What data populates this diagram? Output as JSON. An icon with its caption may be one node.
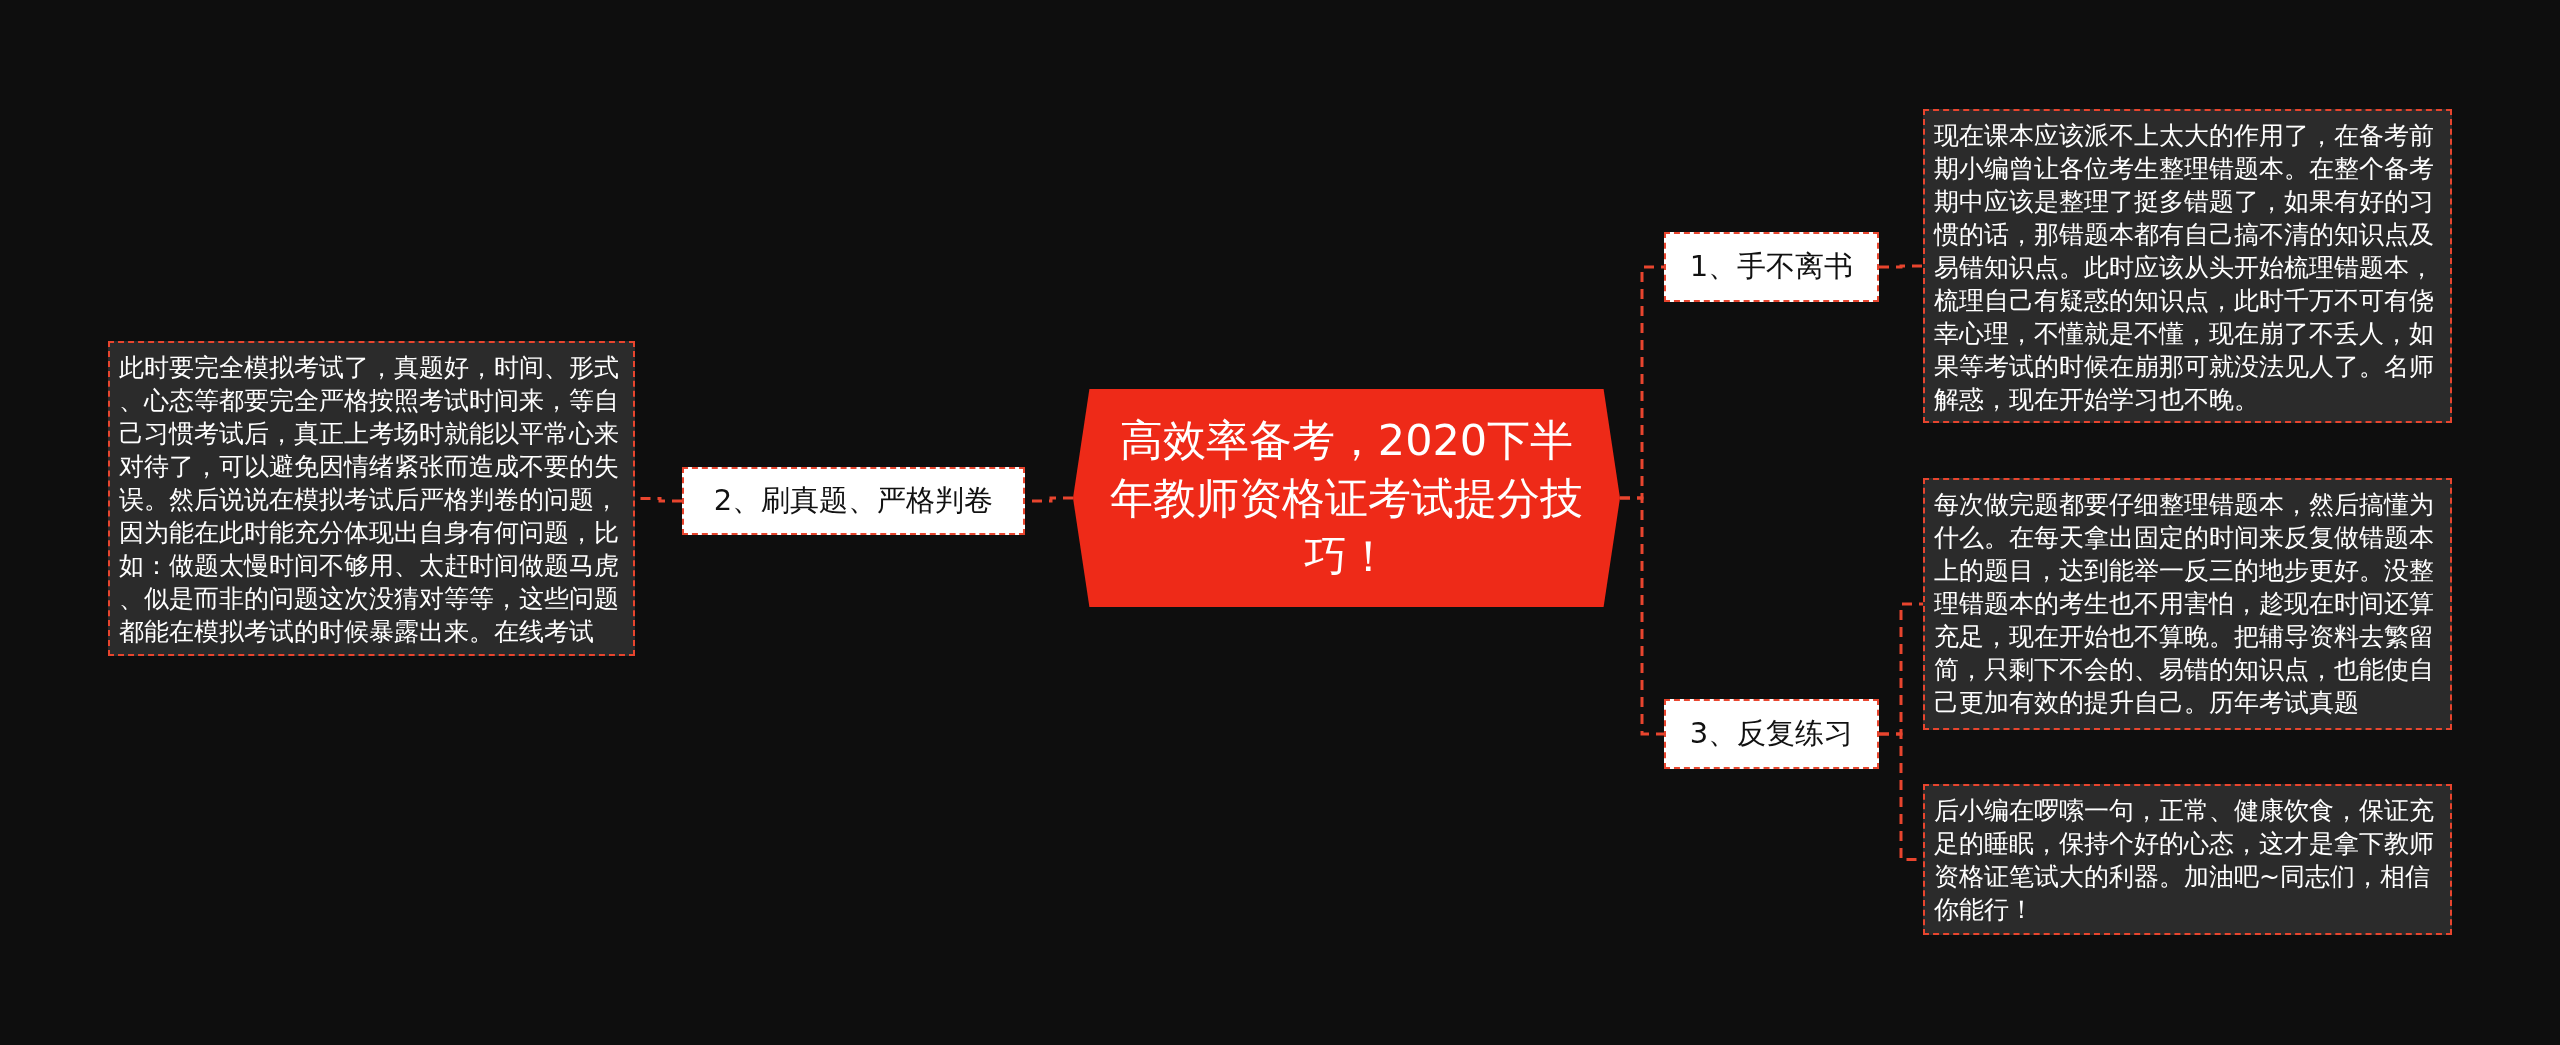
{
  "diagram": {
    "nodes": [
      {
        "text": [
          "高效率备考，2020下半年教师资格证考试提分技巧！"
        ]
      },
      {
        "text": [
          "2、刷真题、严格判卷"
        ]
      },
      {
        "text": [
          "此时要完全模拟考试了，真题好，时间、形式、心态等都要完全严格按照考试时间来，等自己习惯考试后，真正上考场时就能以平常心来对待了，可以避免因情绪紧张而造成不要的失误。然后说说在模拟考试后严格判卷的问题，因为能在此时能充分体现出自身有何问题，比如：做题太慢时间不够用、太赶时间做题马虎、似是而非的问题这次没猜对等等，这些问题都能在模拟考试的时候暴露出来。在线考试"
        ]
      },
      {
        "text": [
          "1、手不离书"
        ]
      },
      {
        "text": [
          "现在课本应该派不上太大的作用了，在备考前期小编曾让各位考生整理错题本。在整个备考期中应该是整理了挺多错题了，如果有好的习惯的话，那错题本都有自己搞不清的知识点及易错知识点。此时应该从头开始梳理错题本，梳理自己有疑惑的知识点，此时千万不可有侥幸心理，不懂就是不懂，现在崩了不丢人，如果等考试的时候在崩那可就没法见人了。名师解惑，现在开始学习也不晚。"
        ]
      },
      {
        "text": [
          "3、反复练习"
        ]
      },
      {
        "text": [
          "每次做完题都要仔细整理错题本，然后搞懂为什么。在每天拿出固定的时间来反复做错题本上的题目，达到能举一反三的地步更好。没整理错题本的考生也不用害怕，趁现在时间还算充足，现在开始也不算晚。把辅导资料去繁留简，只剩下不会的、易错的知识点，也能使自己更加有效的提升自己。历年考试真题"
        ]
      },
      {
        "text": [
          "后小编在啰嗦一句，正常、健康饮食，保证充足的睡眠，保持个好的心态，这才是拿下教师资格证笔试大的利器。加油吧~同志们，相信你能行！"
        ]
      }
    ],
    "edges": [
      {
        "from": 0,
        "to": 1,
        "arrow": "none"
      },
      {
        "from": 1,
        "to": 2,
        "arrow": "none"
      },
      {
        "from": 0,
        "to": 3,
        "arrow": "none"
      },
      {
        "from": 3,
        "to": 4,
        "arrow": "none"
      },
      {
        "from": 0,
        "to": 5,
        "arrow": "none"
      },
      {
        "from": 5,
        "to": 6,
        "arrow": "none"
      },
      {
        "from": 5,
        "to": 7,
        "arrow": "none"
      }
    ]
  }
}
